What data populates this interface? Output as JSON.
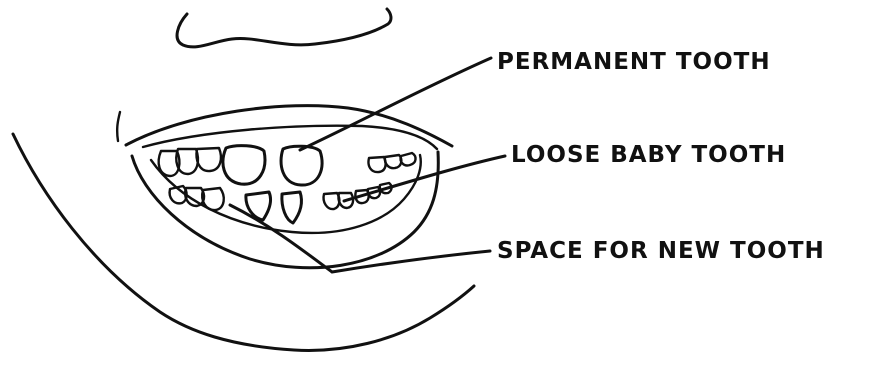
{
  "labels": {
    "permanent": "PERMANENT TOOTH",
    "loose": "LOOSE BABY TOOTH",
    "space": "SPACE FOR NEW TOOTH"
  },
  "colors": {
    "ink": "#111111",
    "paper": "#ffffff"
  }
}
